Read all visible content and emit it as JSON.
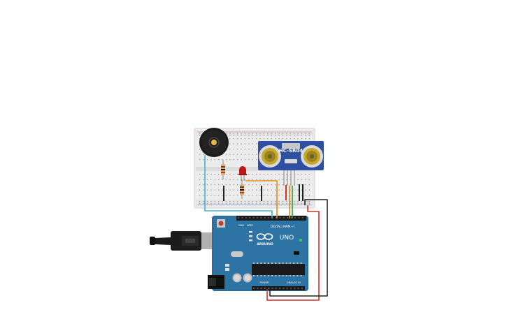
{
  "sensor": {
    "model": "HC-SR04"
  },
  "arduino": {
    "model": "UNO",
    "brand": "ARDUINO",
    "digital_header_label": "DIGITAL (PWM ~)",
    "power_header_label": "POWER",
    "analog_header_label": "ANALOG IN",
    "aref_label": "AREF",
    "gnd_label": "GND"
  },
  "colors": {
    "board": "#2a6e9a",
    "board_dark": "#1f5a80",
    "breadboard": "#ececec",
    "sensor": "#2f4fa0",
    "wire_red": "#d0312d",
    "wire_black": "#222222",
    "wire_orange": "#e58a16",
    "wire_green": "#2e9e3e",
    "wire_cyan": "#3fb3c9",
    "led": "#c0161b",
    "buzzer": "#1a1a1a"
  }
}
